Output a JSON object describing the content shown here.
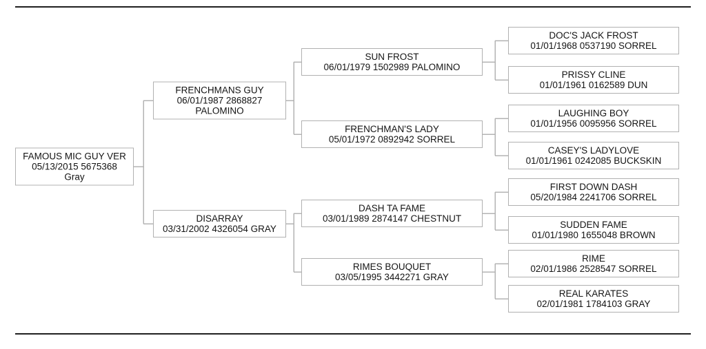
{
  "page": {
    "background": "#ffffff",
    "rule_color": "#1f1f1f",
    "box_border_color": "#b0b0b0",
    "connector_color": "#b3b3b3",
    "text_color": "#141414"
  },
  "pedigree": {
    "subject_name": "FAMOUS MIC GUY VER",
    "generations": 4,
    "nodes": [
      {
        "id": "subject",
        "generation": 0,
        "parent": null,
        "lines": [
          "FAMOUS MIC GUY VER",
          "05/13/2015 5675368",
          "Gray"
        ]
      },
      {
        "id": "sire",
        "generation": 1,
        "parent": "subject",
        "lines": [
          "FRENCHMANS GUY",
          "06/01/1987 2868827",
          "PALOMINO"
        ]
      },
      {
        "id": "dam",
        "generation": 1,
        "parent": "subject",
        "lines": [
          "DISARRAY",
          "03/31/2002 4326054 GRAY"
        ]
      },
      {
        "id": "sire-sire",
        "generation": 2,
        "parent": "sire",
        "lines": [
          "SUN FROST",
          "06/01/1979 1502989 PALOMINO"
        ]
      },
      {
        "id": "sire-dam",
        "generation": 2,
        "parent": "sire",
        "lines": [
          "FRENCHMAN'S LADY",
          "05/01/1972 0892942 SORREL"
        ]
      },
      {
        "id": "dam-sire",
        "generation": 2,
        "parent": "dam",
        "lines": [
          "DASH TA FAME",
          "03/01/1989 2874147 CHESTNUT"
        ]
      },
      {
        "id": "dam-dam",
        "generation": 2,
        "parent": "dam",
        "lines": [
          "RIMES BOUQUET",
          "03/05/1995 3442271 GRAY"
        ]
      },
      {
        "id": "sire-sire-sire",
        "generation": 3,
        "parent": "sire-sire",
        "lines": [
          "DOC'S JACK FROST",
          "01/01/1968 0537190 SORREL"
        ]
      },
      {
        "id": "sire-sire-dam",
        "generation": 3,
        "parent": "sire-sire",
        "lines": [
          "PRISSY CLINE",
          "01/01/1961 0162589 DUN"
        ]
      },
      {
        "id": "sire-dam-sire",
        "generation": 3,
        "parent": "sire-dam",
        "lines": [
          "LAUGHING BOY",
          "01/01/1956 0095956 SORREL"
        ]
      },
      {
        "id": "sire-dam-dam",
        "generation": 3,
        "parent": "sire-dam",
        "lines": [
          "CASEY'S LADYLOVE",
          "01/01/1961 0242085 BUCKSKIN"
        ]
      },
      {
        "id": "dam-sire-sire",
        "generation": 3,
        "parent": "dam-sire",
        "lines": [
          "FIRST DOWN DASH",
          "05/20/1984 2241706 SORREL"
        ]
      },
      {
        "id": "dam-sire-dam",
        "generation": 3,
        "parent": "dam-sire",
        "lines": [
          "SUDDEN FAME",
          "01/01/1980 1655048 BROWN"
        ]
      },
      {
        "id": "dam-dam-sire",
        "generation": 3,
        "parent": "dam-dam",
        "lines": [
          "RIME",
          "02/01/1986 2528547 SORREL"
        ]
      },
      {
        "id": "dam-dam-dam",
        "generation": 3,
        "parent": "dam-dam",
        "lines": [
          "REAL KARATES",
          "02/01/1981 1784103 GRAY"
        ]
      }
    ]
  }
}
